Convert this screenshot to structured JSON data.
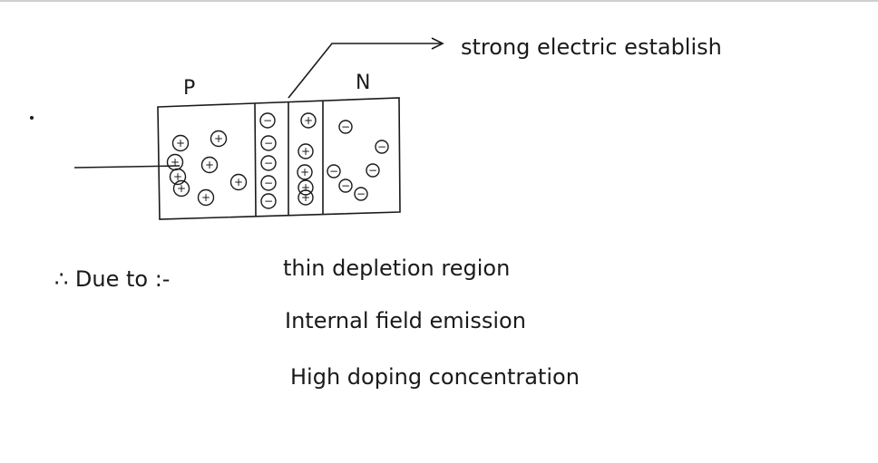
{
  "annotation": {
    "text": "strong electric establish"
  },
  "diagram": {
    "p_label": "P",
    "n_label": "N",
    "p_region_charges": [
      "+",
      "+",
      "+",
      "+",
      "+",
      "+",
      "+",
      "+"
    ],
    "depletion_negative": [
      "−",
      "−",
      "−",
      "−",
      "−"
    ],
    "depletion_positive": [
      "+",
      "+",
      "+",
      "+",
      "+"
    ],
    "n_region_charges": [
      "−",
      "−",
      "−",
      "−",
      "−",
      "−"
    ]
  },
  "notes": {
    "line1_prefix": "∴ Due to :-",
    "line1": "thin depletion region",
    "line2": "Internal field emission",
    "line3": "High doping concentration"
  }
}
